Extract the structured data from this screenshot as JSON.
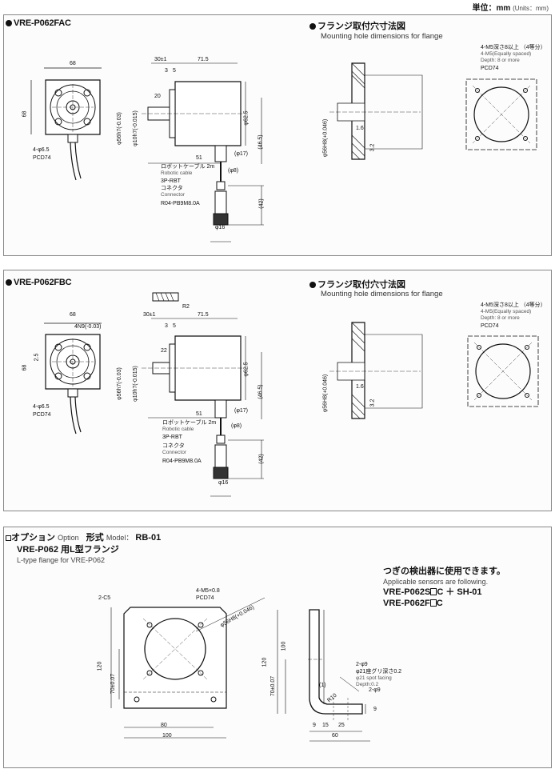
{
  "header": {
    "unit_jp": "単位：mm",
    "unit_en": "(Units：mm)"
  },
  "panel1": {
    "model": "VRE-P062FAC",
    "flange_title_jp": "フランジ取付穴寸法図",
    "flange_title_en": "Mounting hole dimensions for flange",
    "d_68": "68",
    "d_68v": "68",
    "d_phi65": "4-φ6.5",
    "d_pcd74": "PCD74",
    "d_30": "30±1",
    "d_715": "71.5",
    "d_3": "3",
    "d_5": "5",
    "d_20": "20",
    "d_phi56": "φ56h7(-0.03)",
    "d_phi10": "φ10h7(-0.015)",
    "d_phi625": "φ62.5",
    "d_465": "(46.5)",
    "d_51": "51",
    "d_17": "(φ17)",
    "d_8": "(φ8)",
    "d_42": "(42)",
    "d_16": "φ16",
    "cable_jp": "ロボットケーブル 2m",
    "cable_en": "Robotic cable",
    "cable_type": "3P-RBT",
    "conn_jp": "コネクタ",
    "conn_en": "Connector",
    "conn_type": "R04-PB9M8.0A",
    "f_phi56h8": "φ56H8(+0.046)",
    "f_16": "1.6",
    "f_32": "3.2",
    "m5_jp": "4-M5深さ8以上 （4等分）",
    "m5_en1": "4-M5(Equally spaced)",
    "m5_en2": "Depth: 8 or more",
    "m5_pcd": "PCD74"
  },
  "panel2": {
    "model": "VRE-P062FBC",
    "flange_title_jp": "フランジ取付穴寸法図",
    "flange_title_en": "Mounting hole dimensions for flange",
    "d_r2": "R2",
    "d_68": "68",
    "d_4n9": "4N9(-0.03)",
    "d_68v": "68",
    "d_25": "2.5",
    "d_phi65": "4-φ6.5",
    "d_pcd74": "PCD74",
    "d_30": "30±1",
    "d_715": "71.5",
    "d_3": "3",
    "d_5": "5",
    "d_22": "22",
    "d_phi56": "φ56h7(-0.03)",
    "d_phi10": "φ10h7(-0.015)",
    "d_phi625": "φ62.5",
    "d_465": "(46.5)",
    "d_51": "51",
    "d_17": "(φ17)",
    "d_8": "(φ8)",
    "d_42": "(42)",
    "d_16": "φ16",
    "cable_jp": "ロボットケーブル 2m",
    "cable_en": "Robotic cable",
    "cable_type": "3P-RBT",
    "conn_jp": "コネクタ",
    "conn_en": "Connector",
    "conn_type": "R04-PB9M8.0A",
    "f_phi56h8": "φ56H8(+0.046)",
    "f_16": "1.6",
    "f_32": "3.2",
    "m5_jp": "4-M5深さ8以上 （4等分）",
    "m5_en1": "4-M5(Equally spaced)",
    "m5_en2": "Depth: 8 or more",
    "m5_pcd": "PCD74"
  },
  "panel3": {
    "option_jp": "オプション",
    "option_en": "Option",
    "model_label_jp": "形式",
    "model_label_en": "Model：",
    "model_value": "RB-01",
    "title_jp": "VRE-P062 用L型フランジ",
    "title_en": "L-type flange for VRE-P062",
    "sensors_jp": "つぎの検出器に使用できます。",
    "sensors_en": "Applicable sensors are following.",
    "sensor1_a": "VRE-P062S",
    "sensor1_b": "C ＋ SH-01",
    "sensor2_a": "VRE-P062F",
    "sensor2_b": "C",
    "d_2c5": "2-C5",
    "d_4m5": "4-M5×0.8",
    "d_pcd74": "PCD74",
    "d_phi56h8": "φ56H8(+0.046)",
    "d_120": "120",
    "d_70": "70±0.07",
    "d_80": "80",
    "d_100h": "100",
    "d_100v": "100",
    "d_2phi9": "2-φ9",
    "d_spot_jp": "φ21座グリ深さ0.2",
    "d_spot_en1": "φ21 spot facing",
    "d_spot_en2": "Depth:0.2",
    "d_r10": "R10",
    "d_1": "(1)",
    "d_2phi9b": "2-φ9",
    "d_9v": "9",
    "d_9": "9",
    "d_15": "15",
    "d_25": "25",
    "d_60": "60"
  }
}
